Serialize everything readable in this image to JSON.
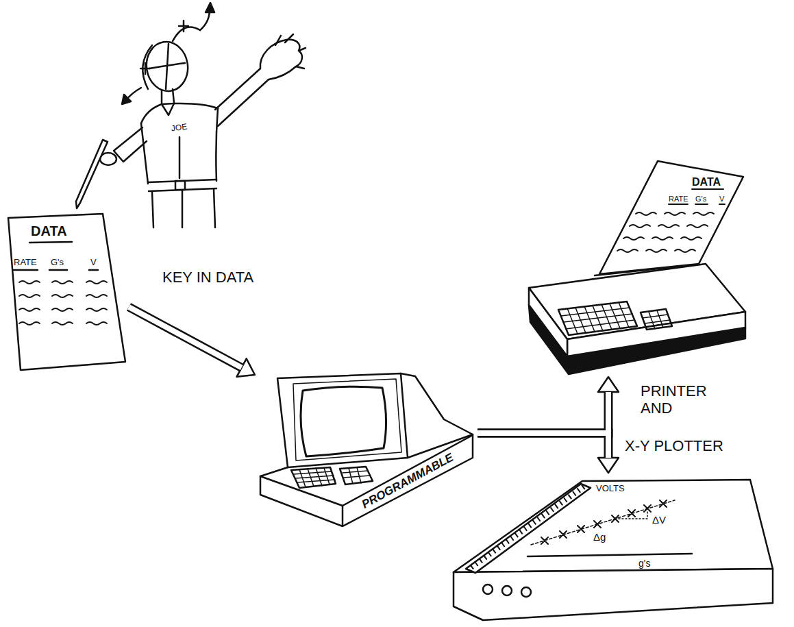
{
  "diagram": {
    "nodes": [
      {
        "text": [
          "DATA",
          "RATE",
          "G's",
          "V"
        ]
      },
      {
        "text": [
          "PROGRAMMABLE"
        ]
      },
      {
        "text": [
          "DATA",
          "RATE",
          "G's",
          "V"
        ]
      },
      {
        "text": [
          "VOLTS",
          "ΔV",
          "Δg",
          "g's"
        ]
      }
    ],
    "edges": [
      {
        "from": 0,
        "to": 1,
        "label": "KEY IN DATA",
        "arrow": "to"
      },
      {
        "from": 1,
        "to": 2,
        "arrow": "to"
      },
      {
        "from": 1,
        "to": 3,
        "arrow": "to"
      }
    ],
    "labels": [
      "JOE",
      "PRINTER AND",
      "X-Y PLOTTER"
    ]
  }
}
